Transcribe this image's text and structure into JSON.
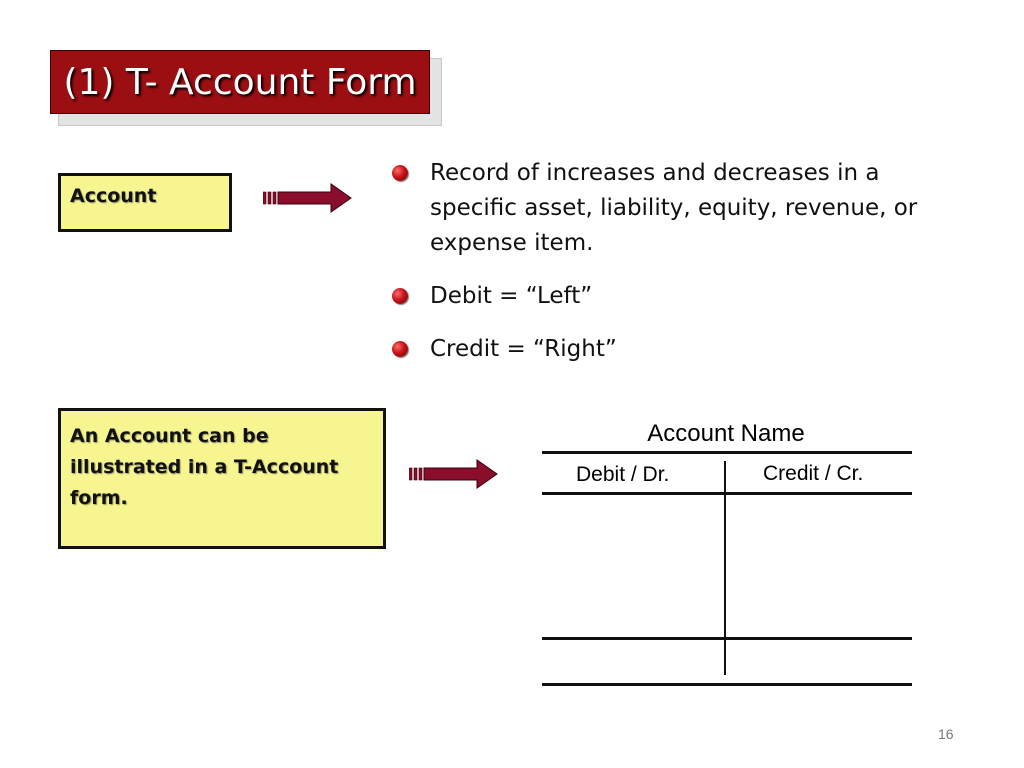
{
  "slide": {
    "title": "(1) T- Account Form",
    "account_box_label": "Account",
    "illustrated_box_text": "An Account can be illustrated in a   T-Account form.",
    "bullets": [
      {
        "text": "Record of increases and decreases in a specific asset, liability, equity, revenue, or expense item."
      },
      {
        "text": "Debit = “Left”"
      },
      {
        "text": "Credit = “Right”"
      }
    ],
    "t_account": {
      "title": "Account Name",
      "debit_label": "Debit / Dr.",
      "credit_label": "Credit / Cr."
    },
    "page_number": "16"
  },
  "colors": {
    "title_bg": "#9b0e12",
    "box_bg": "#f7f58f",
    "arrow": "#8b0d2c",
    "bullet": "#c4141a"
  },
  "icons": [
    "right-arrow-icon",
    "bullet-icon"
  ]
}
